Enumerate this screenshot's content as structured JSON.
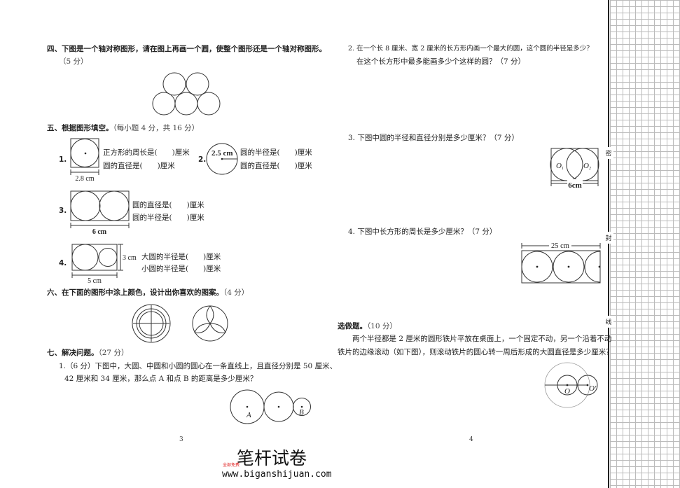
{
  "left_page": {
    "section4": {
      "title": "四、下图是一个轴对称图形，请在图上再画一个圆，使整个图形还是一个轴对称图形。",
      "score": "（5 分）"
    },
    "section5": {
      "title": "五、根据图形填空。",
      "score": "（每小题 4 分，共 16 分）",
      "q1": {
        "num": "1.",
        "dim": "2.8 cm",
        "line1": "正方形的周长是(　　)厘米",
        "line2": "圆的直径是(　　)厘米"
      },
      "q2": {
        "num": "2.",
        "dim": "2.5 cm",
        "line1": "圆的半径是(　　)厘米",
        "line2": "圆的直径是(　　)厘米"
      },
      "q3": {
        "num": "3.",
        "dim": "6 cm",
        "line1": "圆的直径是(　　)厘米",
        "line2": "圆的半径是(　　)厘米"
      },
      "q4": {
        "num": "4.",
        "dim_h": "5 cm",
        "dim_v": "3 cm",
        "line1": "大圆的半径是(　　)厘米",
        "line2": "小圆的半径是(　　)厘米"
      }
    },
    "section6": {
      "title": "六、在下面的图形中涂上颜色，设计出你喜欢的图案。",
      "score": "（4 分）"
    },
    "section7": {
      "title": "七、解决问题。",
      "score": "（27 分）",
      "q1": {
        "line1": "1.（6 分）下图中，大圆、中圆和小圆的圆心在一条直线上，且直径分别是 50 厘米、",
        "line2": "42 厘米和 34 厘米，那么点 A 和点 B 的距离是多少厘米？",
        "label_a": "A",
        "label_b": "B"
      }
    },
    "page_number": "3"
  },
  "right_page": {
    "q2": {
      "line1": "2. 在一个长 8 厘米、宽 2 厘米的长方形内画一个最大的圆，这个圆的半径是多少？",
      "line2": "在这个长方形中最多能画多少个这样的圆？（7 分）"
    },
    "q3": {
      "title": "3. 下图中圆的半径和直径分别是多少厘米？（7 分）",
      "label_o1": "O",
      "sub1": "1",
      "label_o2": "O",
      "sub2": "2",
      "dim": "6cm"
    },
    "q4": {
      "title": "4. 下图中长方形的周长是多少厘米？（7 分）",
      "dim": "25 cm"
    },
    "optional": {
      "title": "选做题。",
      "score": "（10 分）",
      "line1": "两个半径都是 2 厘米的圆形铁片平放在桌面上，一个固定不动，另一个沿着不动",
      "line2": "铁片的边缘滚动（如下图），则滚动铁片的圆心转一周后形成的大圆直径是多少厘米？",
      "label_o": "O",
      "label_o_prime": "O′"
    },
    "page_number": "4"
  },
  "binding_margin": {
    "labels": [
      "密",
      "封",
      "线"
    ]
  },
  "watermark": {
    "brand": "笔杆试卷",
    "tag": "全部免费",
    "url": "www.biganshijuan.com",
    "tag_color": "#e02020"
  }
}
